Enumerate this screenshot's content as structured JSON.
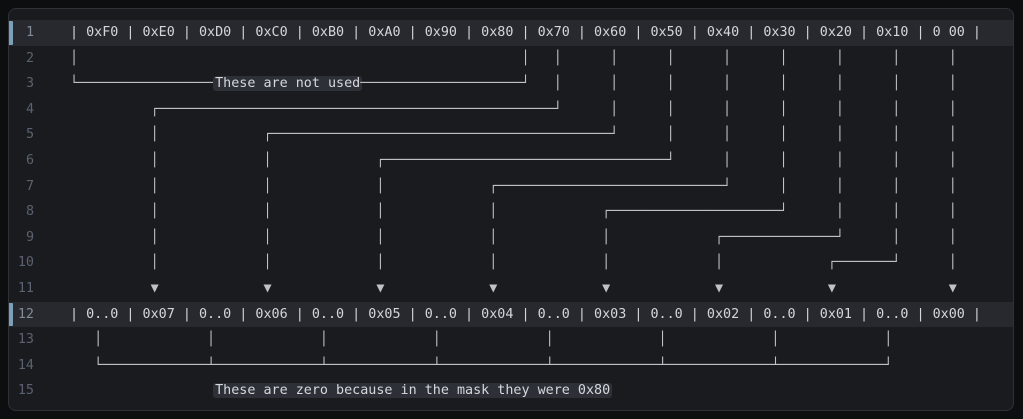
{
  "editor": {
    "colors": {
      "page_bg": "#0d0e10",
      "panel_bg": "#1a1b1e",
      "panel_border": "#2e3138",
      "line_highlight": "#27292e",
      "active_line_marker": "#7d9fb8",
      "line_number": "#5a6170",
      "line_number_active": "#828b98",
      "code_text": "#bfc3c9",
      "note_chip_bg": "#2d3036"
    },
    "top_row_cells": [
      "0xF0",
      "0xE0",
      "0xD0",
      "0xC0",
      "0xB0",
      "0xA0",
      "0x90",
      "0x80",
      "0x70",
      "0x60",
      "0x50",
      "0x40",
      "0x30",
      "0x20",
      "0x10",
      "0 00"
    ],
    "bottom_row_cells": [
      "0..0",
      "0x07",
      "0..0",
      "0x06",
      "0..0",
      "0x05",
      "0..0",
      "0x04",
      "0..0",
      "0x03",
      "0..0",
      "0x02",
      "0..0",
      "0x01",
      "0..0",
      "0x00"
    ],
    "top_note": "These are not used",
    "bottom_note": "These are zero because in the mask they were 0x80",
    "lines": [
      {
        "num": "1",
        "hl": true,
        "segments": [
          {
            "t": "| 0xF0 | 0xE0 | 0xD0 | 0xC0 | 0xB0 | 0xA0 | 0x90 | 0x80 | 0x70 | 0x60 | 0x50 | 0x40 | 0x30 | 0x20 | 0x10 | 0 00 |"
          }
        ]
      },
      {
        "num": "2",
        "hl": false,
        "segments": [
          {
            "t": "│                                                       │   │      │      │      │      │      │      │      │"
          }
        ]
      },
      {
        "num": "3",
        "hl": false,
        "segments": [
          {
            "t": "└─────────────────"
          },
          {
            "t": "These are not used",
            "chip": true
          },
          {
            "t": "────────────────────┘   │      │      │      │      │      │      │      │"
          }
        ]
      },
      {
        "num": "4",
        "hl": false,
        "segments": [
          {
            "t": "          ┌─────────────────────────────────────────────────┘      │      │      │      │      │      │      │"
          }
        ]
      },
      {
        "num": "5",
        "hl": false,
        "segments": [
          {
            "t": "          │             ┌──────────────────────────────────────────┘      │      │      │      │      │      │"
          }
        ]
      },
      {
        "num": "6",
        "hl": false,
        "segments": [
          {
            "t": "          │             │             ┌───────────────────────────────────┘      │      │      │      │      │"
          }
        ]
      },
      {
        "num": "7",
        "hl": false,
        "segments": [
          {
            "t": "          │             │             │             ┌────────────────────────────┘      │      │      │      │"
          }
        ]
      },
      {
        "num": "8",
        "hl": false,
        "segments": [
          {
            "t": "          │             │             │             │             ┌─────────────────────┘      │      │      │"
          }
        ]
      },
      {
        "num": "9",
        "hl": false,
        "segments": [
          {
            "t": "          │             │             │             │             │             ┌──────────────┘      │      │"
          }
        ]
      },
      {
        "num": "10",
        "hl": false,
        "segments": [
          {
            "t": "          │             │             │             │             │             │             ┌───────┘      │"
          }
        ]
      },
      {
        "num": "11",
        "hl": false,
        "segments": [
          {
            "t": "          ▼             ▼             ▼             ▼             ▼             ▼             ▼              ▼"
          }
        ]
      },
      {
        "num": "12",
        "hl": true,
        "segments": [
          {
            "t": "| 0..0 | 0x07 | 0..0 | 0x06 | 0..0 | 0x05 | 0..0 | 0x04 | 0..0 | 0x03 | 0..0 | 0x02 | 0..0 | 0x01 | 0..0 | 0x00 |"
          }
        ]
      },
      {
        "num": "13",
        "hl": false,
        "segments": [
          {
            "t": "   │             │             │             │             │             │             │             │"
          }
        ]
      },
      {
        "num": "14",
        "hl": false,
        "segments": [
          {
            "t": "   └─────────────┴─────────────┴─────────────┴─────────────┴─────────────┴─────────────┴─────────────┘"
          }
        ]
      },
      {
        "num": "15",
        "hl": false,
        "segments": [
          {
            "t": "                  "
          },
          {
            "t": "These are zero because in the mask they were 0x80",
            "chip": true
          }
        ]
      }
    ]
  }
}
